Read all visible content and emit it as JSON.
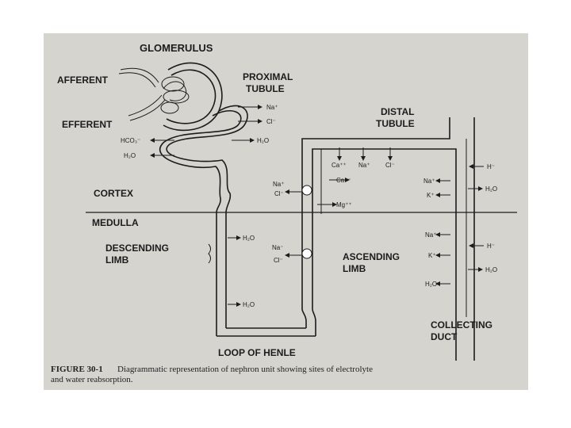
{
  "labels": {
    "glomerulus": "GLOMERULUS",
    "afferent": "AFFERENT",
    "efferent": "EFFERENT",
    "proximal_1": "PROXIMAL",
    "proximal_2": "TUBULE",
    "distal_1": "DISTAL",
    "distal_2": "TUBULE",
    "cortex": "CORTEX",
    "medulla": "MEDULLA",
    "descending_1": "DESCENDING",
    "descending_2": "LIMB",
    "ascending_1": "ASCENDING",
    "ascending_2": "LIMB",
    "collecting_1": "COLLECTING",
    "collecting_2": "DUCT",
    "loop": "LOOP OF HENLE"
  },
  "ions": {
    "prox_na": "Na⁺",
    "prox_cl": "Cl⁻",
    "prox_h2o": "H₂O",
    "hco3": "HCO₃⁻",
    "h2o_left": "H₂O",
    "dist_ca": "Ca⁺⁺",
    "dist_na": "Na⁺",
    "dist_cl": "Cl⁻",
    "asc_ca": "Ca⁻⁻",
    "asc_na1": "Na⁺",
    "asc_cl1": "Cl⁻",
    "asc_mg": "Mg⁺⁺",
    "asc_na2": "Na⁻",
    "asc_cl2": "Cl⁻",
    "desc_h2o1": "H₂O",
    "desc_h2o2": "H₂O",
    "cd_na1": "Na⁺",
    "cd_k1": "K⁺",
    "cd_h1": "H⁻",
    "cd_h2o1": "H₂O",
    "cd_na2": "Na⁺",
    "cd_k2": "K⁺",
    "cd_h2": "H⁻",
    "cd_h2o2": "H₂O",
    "cd_h2o3": "H₂O"
  },
  "caption": {
    "figure": "FIGURE 30-1",
    "text_line1": "Diagrammatic representation of nephron unit showing sites of electrolyte",
    "text_line2": "and water reabsorption."
  }
}
